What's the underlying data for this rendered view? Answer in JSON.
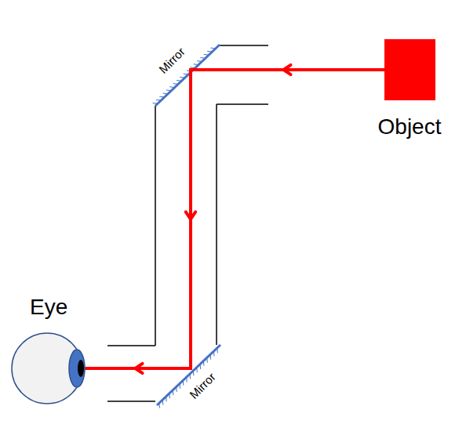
{
  "diagram": {
    "nodes": [
      {
        "text": [
          "Object"
        ]
      },
      {
        "text": [
          "Eye"
        ]
      }
    ],
    "edges": [
      {
        "from": 0,
        "to": 1,
        "arrow": "to"
      }
    ],
    "labels": [
      "Mirror",
      "Mirror"
    ]
  }
}
